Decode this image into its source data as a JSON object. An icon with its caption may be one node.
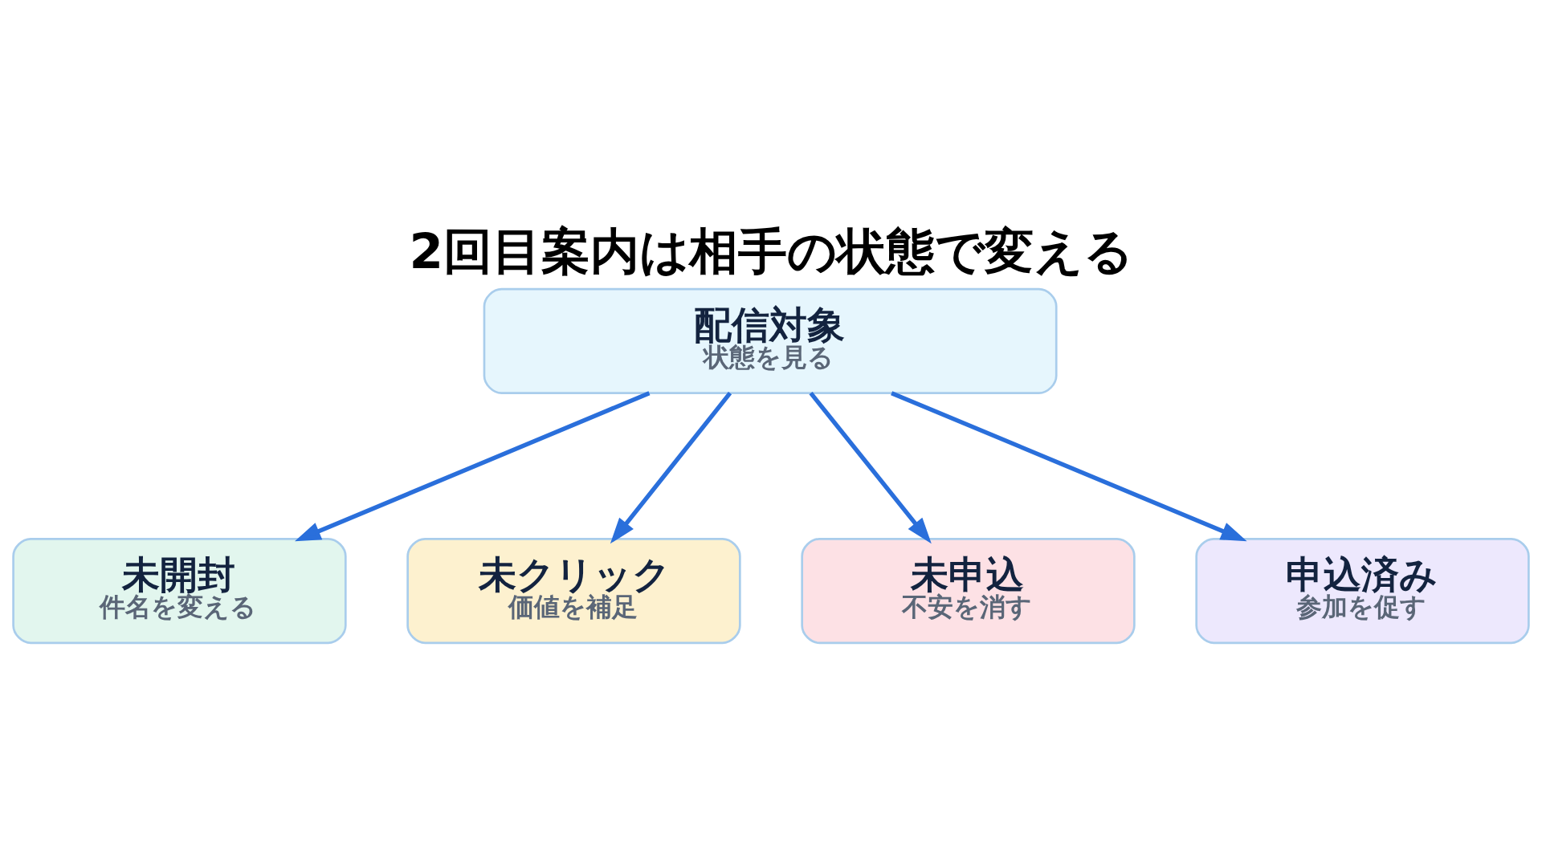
{
  "diagram": {
    "title": "2回目案内は相手の状態で変える",
    "nodes": [
      {
        "text": [
          "配信対象",
          "状態を見る"
        ]
      },
      {
        "text": [
          "未開封",
          "件名を変える"
        ]
      },
      {
        "text": [
          "未クリック",
          "価値を補足"
        ]
      },
      {
        "text": [
          "未申込",
          "不安を消す"
        ]
      },
      {
        "text": [
          "申込済み",
          "参加を促す"
        ]
      }
    ],
    "edges": [
      {
        "from": 0,
        "to": 1,
        "arrow": "to"
      },
      {
        "from": 0,
        "to": 2,
        "arrow": "to"
      },
      {
        "from": 0,
        "to": 3,
        "arrow": "to"
      },
      {
        "from": 0,
        "to": 4,
        "arrow": "to"
      }
    ]
  }
}
